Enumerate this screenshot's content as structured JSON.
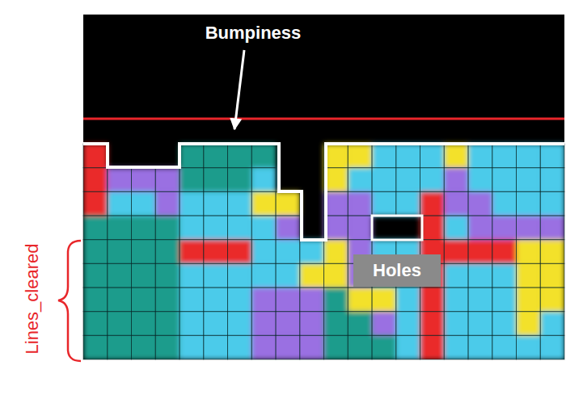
{
  "diagram": {
    "nodes": [
      {
        "text": [
          "Holes"
        ]
      }
    ],
    "labels": [
      "Bumpiness",
      "Lines_cleared"
    ]
  }
}
